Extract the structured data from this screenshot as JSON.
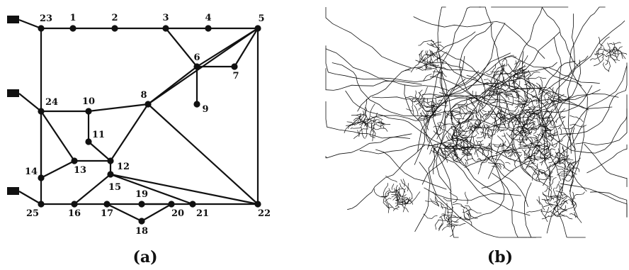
{
  "panel_a": {
    "caption": "(a)",
    "nodes": [
      {
        "id": "1",
        "label": "1"
      },
      {
        "id": "2",
        "label": "2"
      },
      {
        "id": "3",
        "label": "3"
      },
      {
        "id": "4",
        "label": "4"
      },
      {
        "id": "5",
        "label": "5"
      },
      {
        "id": "6",
        "label": "6"
      },
      {
        "id": "7",
        "label": "7"
      },
      {
        "id": "8",
        "label": "8"
      },
      {
        "id": "9",
        "label": "9"
      },
      {
        "id": "10",
        "label": "10"
      },
      {
        "id": "11",
        "label": "11"
      },
      {
        "id": "12",
        "label": "12"
      },
      {
        "id": "13",
        "label": "13"
      },
      {
        "id": "14",
        "label": "14"
      },
      {
        "id": "15",
        "label": "15"
      },
      {
        "id": "16",
        "label": "16"
      },
      {
        "id": "17",
        "label": "17"
      },
      {
        "id": "18",
        "label": "18"
      },
      {
        "id": "19",
        "label": "19"
      },
      {
        "id": "20",
        "label": "20"
      },
      {
        "id": "21",
        "label": "21"
      },
      {
        "id": "22",
        "label": "22"
      },
      {
        "id": "23",
        "label": "23"
      },
      {
        "id": "24",
        "label": "24"
      },
      {
        "id": "25",
        "label": "25"
      }
    ],
    "edges": [
      [
        "23",
        "1"
      ],
      [
        "1",
        "2"
      ],
      [
        "2",
        "3"
      ],
      [
        "3",
        "4"
      ],
      [
        "4",
        "5"
      ],
      [
        "3",
        "6"
      ],
      [
        "6",
        "5"
      ],
      [
        "6",
        "7"
      ],
      [
        "7",
        "5"
      ],
      [
        "6",
        "9"
      ],
      [
        "6",
        "8"
      ],
      [
        "8",
        "5"
      ],
      [
        "5",
        "22"
      ],
      [
        "8",
        "22"
      ],
      [
        "8",
        "12"
      ],
      [
        "10",
        "8"
      ],
      [
        "24",
        "10"
      ],
      [
        "10",
        "11"
      ],
      [
        "11",
        "12"
      ],
      [
        "24",
        "13"
      ],
      [
        "13",
        "12"
      ],
      [
        "13",
        "14"
      ],
      [
        "14",
        "24"
      ],
      [
        "23",
        "24"
      ],
      [
        "24",
        "25"
      ],
      [
        "12",
        "15"
      ],
      [
        "15",
        "16"
      ],
      [
        "15",
        "22"
      ],
      [
        "15",
        "21"
      ],
      [
        "25",
        "16"
      ],
      [
        "16",
        "17"
      ],
      [
        "17",
        "20"
      ],
      [
        "20",
        "21"
      ],
      [
        "21",
        "22"
      ],
      [
        "17",
        "18"
      ],
      [
        "18",
        "20"
      ],
      [
        "19",
        "20"
      ]
    ],
    "terminals": [
      "23",
      "24",
      "25"
    ]
  },
  "panel_b": {
    "caption": "(b)"
  }
}
